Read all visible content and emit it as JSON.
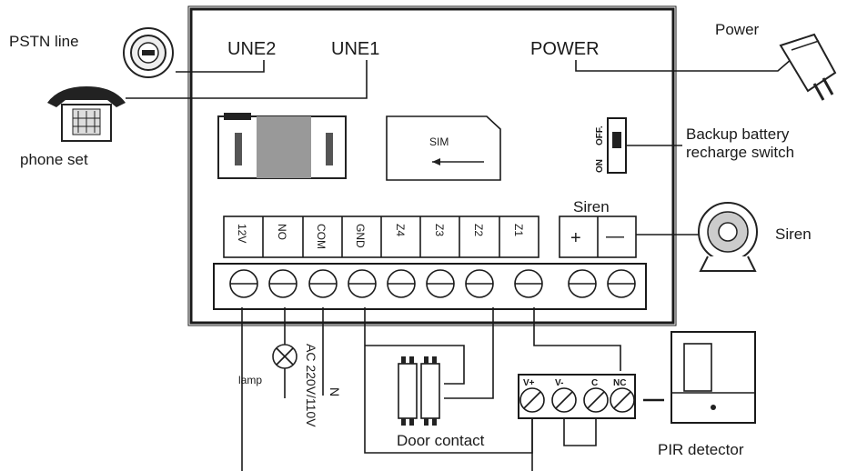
{
  "labels": {
    "pstn_line": "PSTN line",
    "phone_set": "phone set",
    "une2": "UNE2",
    "une1": "UNE1",
    "power_port": "POWER",
    "power_device": "Power",
    "sim": "SIM",
    "switch_off": "OFF.",
    "switch_on": "ON",
    "backup_line1": "Backup battery",
    "backup_line2": "recharge switch",
    "siren_header": "Siren",
    "siren_device": "Siren",
    "lamp": "lamp",
    "ac_supply": "AC 220V/110V",
    "neutral": "N",
    "door_contact": "Door contact",
    "pir_detector": "PIR detector"
  },
  "terminals": [
    "12V",
    "NO",
    "COM",
    "GND",
    "Z4",
    "Z3",
    "Z2",
    "Z1"
  ],
  "siren_terminals": [
    "+",
    "—"
  ],
  "pir_terminals": [
    "V+",
    "V-",
    "C",
    "NC"
  ]
}
